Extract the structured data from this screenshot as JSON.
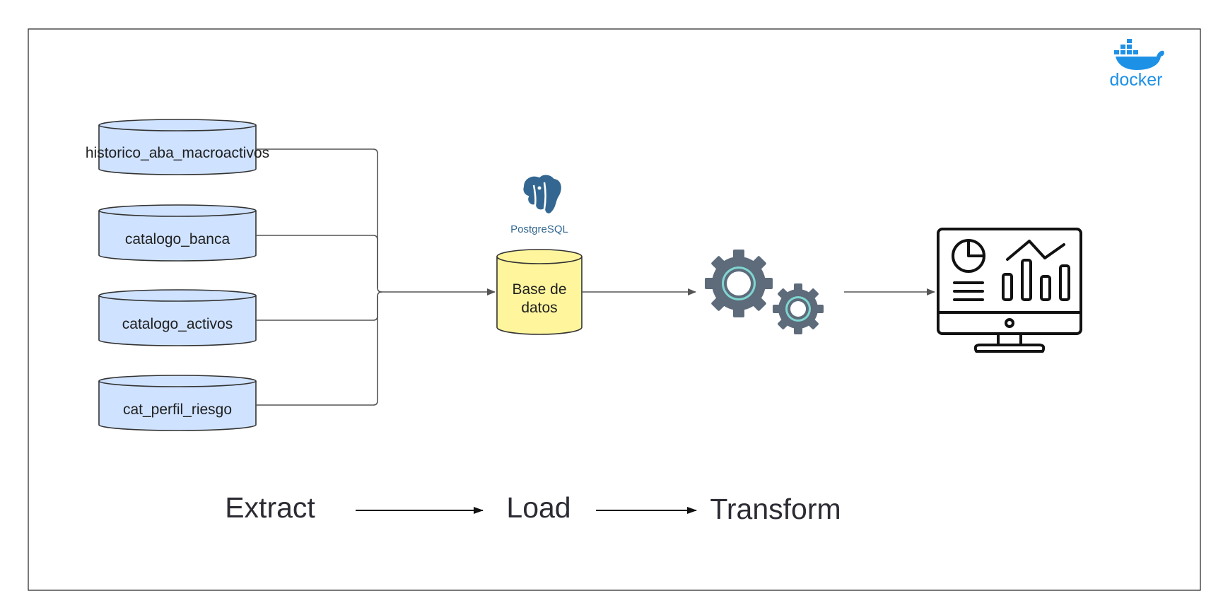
{
  "sources": [
    {
      "label": "historico_aba_macroactivos"
    },
    {
      "label": "catalogo_banca"
    },
    {
      "label": "catalogo_activos"
    },
    {
      "label": "cat_perfil_riesgo"
    }
  ],
  "database": {
    "line1": "Base de",
    "line2": "datos",
    "logo_text": "PostgreSQL"
  },
  "stages": [
    "Extract",
    "Load",
    "Transform"
  ],
  "docker": {
    "logo_text": "docker"
  },
  "colors": {
    "source_fill": "#cfe2ff",
    "db_fill": "#fff59d",
    "gear": "#5d6b7b",
    "gear_ring": "#7fd6d0",
    "postgres_blue": "#336791",
    "docker_blue": "#1d91e6",
    "line": "#555555"
  },
  "icons": [
    "postgresql-elephant-icon",
    "gears-icon",
    "dashboard-monitor-icon",
    "docker-whale-icon"
  ]
}
